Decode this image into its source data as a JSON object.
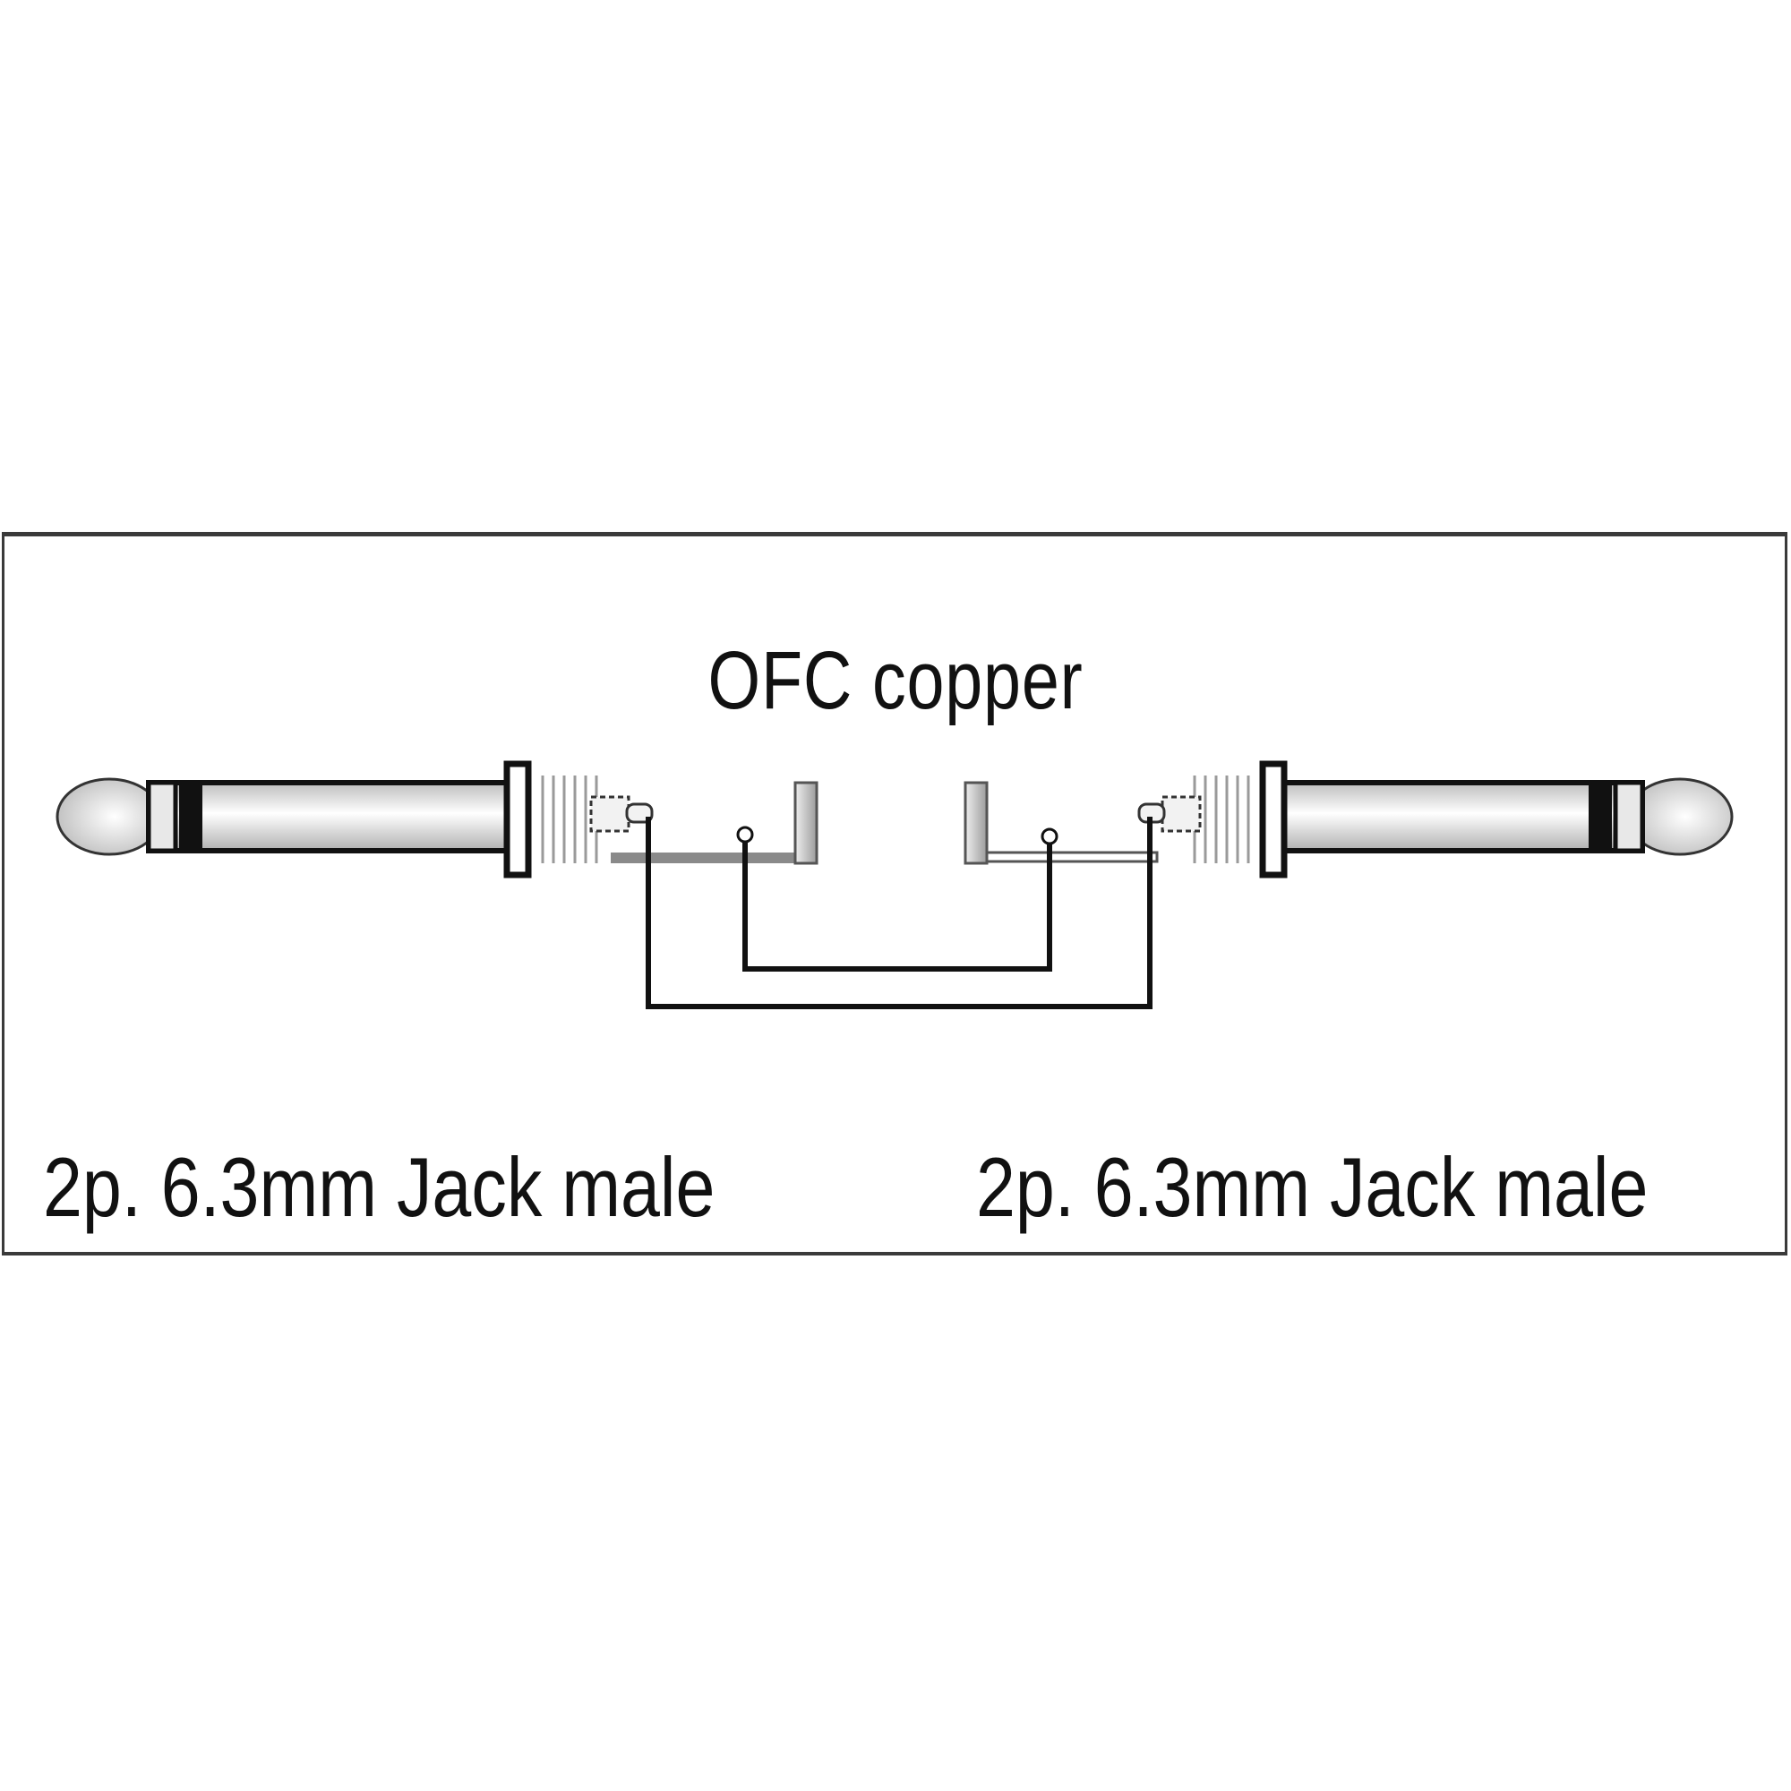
{
  "diagram": {
    "title": "OFC copper",
    "left_connector": {
      "label": "2p. 6.3mm Jack male",
      "type": "jack-male-6.3mm-2pole"
    },
    "right_connector": {
      "label": "2p. 6.3mm Jack male",
      "type": "jack-male-6.3mm-2pole"
    },
    "wiring": [
      {
        "from": "left-tip",
        "to": "right-tip"
      },
      {
        "from": "left-sleeve",
        "to": "right-sleeve"
      }
    ],
    "colors": {
      "line": "#111111",
      "border": "#3a3a3a",
      "metal_light": "#f4f4f4",
      "metal_dark": "#b8b8b8",
      "ground_bar": "#8a8a8a"
    }
  }
}
